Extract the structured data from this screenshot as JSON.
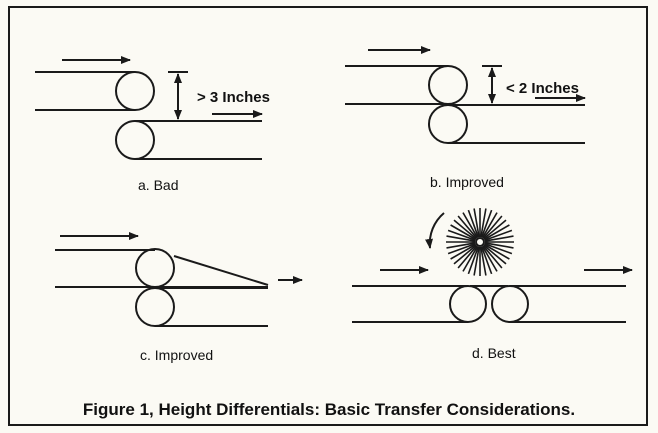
{
  "panels": {
    "a": {
      "dimension_label": "> 3 Inches",
      "caption": "a. Bad"
    },
    "b": {
      "dimension_label": "< 2 Inches",
      "caption": "b. Improved"
    },
    "c": {
      "caption": "c. Improved"
    },
    "d": {
      "caption": "d. Best"
    }
  },
  "figure_caption": "Figure 1, Height Differentials: Basic Transfer Considerations.",
  "colors": {
    "line": "#1a1a1a",
    "background": "#fbfaf4"
  }
}
